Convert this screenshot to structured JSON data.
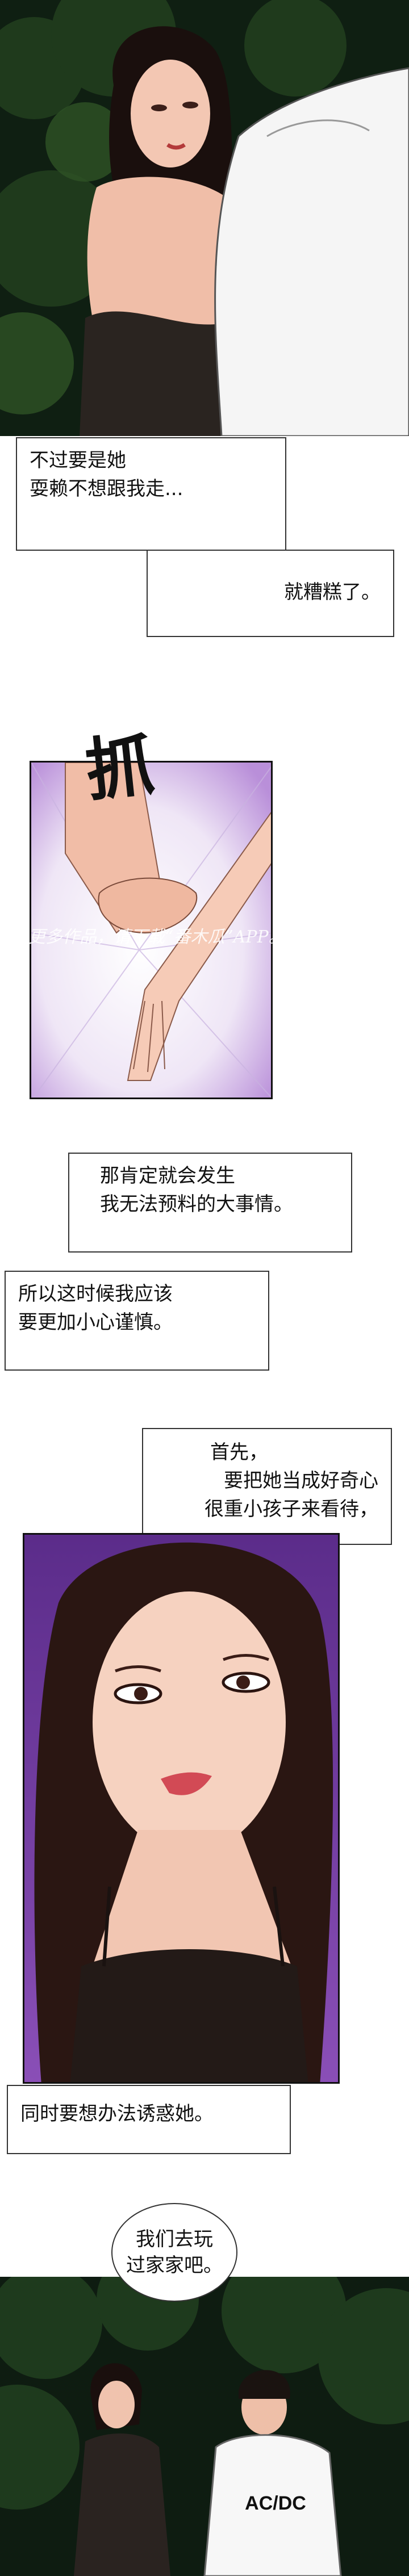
{
  "captions": {
    "c1": [
      "不过要是她",
      "耍赖不想跟我走..."
    ],
    "c2": [
      "就糟糕了。"
    ],
    "c3": [
      "那肯定就会发生",
      "我无法预料的大事情。"
    ],
    "c4": [
      "所以这时候我应该",
      "要更加小心谨慎。"
    ],
    "c5": [
      "首先，",
      "要把她当成好奇心",
      "很重小孩子来看待，"
    ],
    "c6": [
      "同时要想办法诱惑她。"
    ]
  },
  "sfx": "抓",
  "watermark": "更多作品，请下载“番木瓜”APP。",
  "bubble": [
    "我们去玩",
    "过家家吧。"
  ],
  "shirt_text": "AC/DC"
}
